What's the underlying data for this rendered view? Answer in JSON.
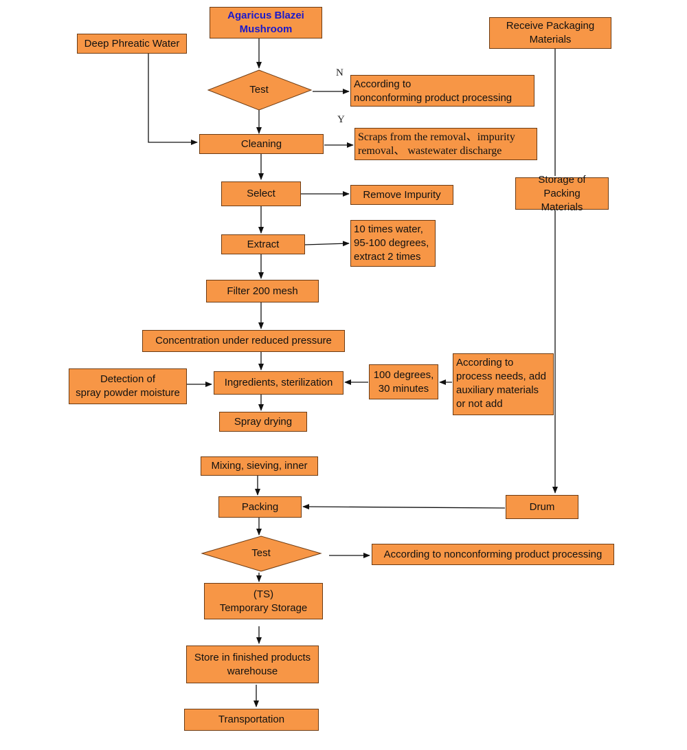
{
  "nodes": {
    "agaricus": "Agaricus Blazei\nMushroom",
    "deep_water": "Deep Phreatic Water",
    "test1": "Test",
    "nonconform1": "According to\nnonconforming product processing",
    "cleaning": "Cleaning",
    "scraps": "Scraps from the removal、impurity\nremoval、 wastewater discharge",
    "select": "Select",
    "remove_impurity": "Remove Impurity",
    "extract": "Extract",
    "extract_params": "10 times water,\n95-100 degrees,\nextract 2 times",
    "filter": "Filter 200 mesh",
    "concentration": "Concentration under reduced pressure",
    "ingredients": "Ingredients, sterilization",
    "detection": "Detection of\nspray powder moisture",
    "sterilize_params": "100 degrees,\n30 minutes",
    "auxiliary": "According to\nprocess needs, add\nauxiliary materials\nor not add",
    "spray_drying": "Spray drying",
    "receive_packaging": "Receive Packaging\nMaterials",
    "storage_packing": "Storage of Packing\nMaterials",
    "mixing": "Mixing, sieving, inner",
    "packing": "Packing",
    "drum": "Drum",
    "test2": "Test",
    "nonconform2": "According to nonconforming product processing",
    "temp_storage": "(TS)\nTemporary Storage",
    "warehouse": "Store in finished products\nwarehouse",
    "transportation": "Transportation"
  },
  "labels": {
    "no": "N",
    "yes": "Y"
  },
  "colors": {
    "box_fill": "#F79646",
    "title_text": "#1a1acc"
  }
}
